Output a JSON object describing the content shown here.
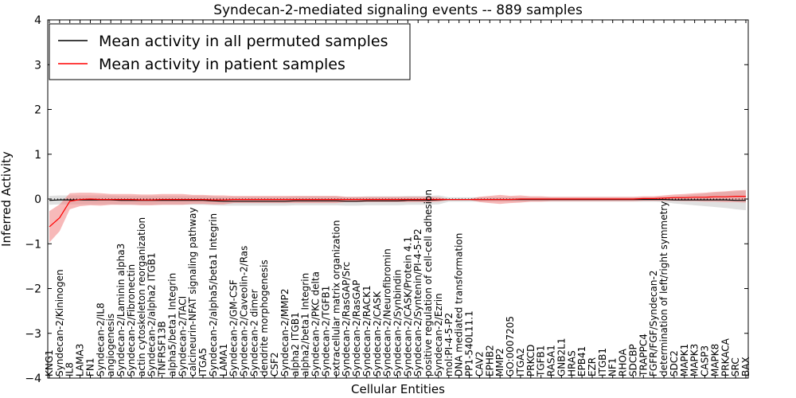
{
  "chart_data": {
    "type": "line",
    "title": "Syndecan-2-mediated signaling events -- 889 samples",
    "xlabel": "Cellular Entities",
    "ylabel": "Inferred Activity",
    "ylim": [
      -4,
      4
    ],
    "yticks": [
      -4,
      -3,
      -2,
      -1,
      0,
      1,
      2,
      3,
      4
    ],
    "grid": false,
    "legend_position": "top-left",
    "categories": [
      "KNG1",
      "Syndecan-2/Kininogen",
      "IL8",
      "LAMA3",
      "FN1",
      "Syndecan-2/IL8",
      "angiogenesis",
      "Syndecan-2/Laminin alpha3",
      "Syndecan-2/Fibronectin",
      "actin cytoskeleton reorganization",
      "Syndecan-2/alpha2 ITGB1",
      "TNFRSF13B",
      "alpha5/beta1 Integrin",
      "Syndecan-2/TACI",
      "calcineurin-NFAT signaling pathway",
      "ITGA5",
      "Syndecan-2/alpha5/beta1 Integrin",
      "LAMA1",
      "Syndecan-2/GM-CSF",
      "Syndecan-2/Caveolin-2/Ras",
      "Syndecan-2 dimer",
      "dendrite morphogenesis",
      "CSF2",
      "Syndecan-2/MMP2",
      "alpha2 ITGB1",
      "alpha2/beta1 Integrin",
      "Syndecan-2/PKC delta",
      "Syndecan-2/TGFB1",
      "extracellular matrix organization",
      "Syndecan-2/RasGAP/Src",
      "Syndecan-2/RasGAP",
      "Syndecan-2/RACK1",
      "Syndecan-2/CASK",
      "Syndecan-2/Neurofibromin",
      "Syndecan-2/Synbindin",
      "Syndecan-2/CASK/Protein 4.1",
      "Syndecan-2/Syntenin/PI-4-5-P2",
      "positive regulation of cell-cell adhesion",
      "Syndecan-2/Ezrin",
      "mol:PI-4-5-P2",
      "DNA mediated transformation",
      "PP1-540L11.1",
      "CAV2",
      "EPHB2",
      "MMP2",
      "GO:0007205",
      "ITGA2",
      "PRKCD",
      "TGFB1",
      "RASA1",
      "GNB2L1",
      "HRAS",
      "EPB41",
      "EZR",
      "ITGB1",
      "NF1",
      "RHOA",
      "SDCBP",
      "TRAPPC4",
      "FGFR/FGF/Syndecan-2",
      "determination of left/right symmetry",
      "SDC2",
      "MAPK1",
      "MAPK3",
      "CASP3",
      "MAPK8",
      "PRKACA",
      "SRC",
      "BAX"
    ],
    "series": [
      {
        "name": "Mean activity in all permuted samples",
        "color": "#000000",
        "band_color": "#cccccc",
        "values": [
          -0.03,
          -0.02,
          -0.02,
          -0.02,
          -0.02,
          -0.02,
          -0.02,
          -0.03,
          -0.03,
          -0.03,
          -0.03,
          -0.03,
          -0.03,
          -0.03,
          -0.03,
          -0.03,
          -0.04,
          -0.05,
          -0.05,
          -0.05,
          -0.05,
          -0.05,
          -0.05,
          -0.05,
          -0.04,
          -0.04,
          -0.04,
          -0.04,
          -0.04,
          -0.05,
          -0.05,
          -0.04,
          -0.04,
          -0.04,
          -0.04,
          -0.03,
          -0.03,
          -0.03,
          -0.02,
          -0.01,
          -0.01,
          -0.01,
          -0.01,
          -0.01,
          -0.01,
          -0.01,
          -0.01,
          -0.01,
          -0.01,
          -0.01,
          -0.01,
          -0.01,
          -0.01,
          -0.01,
          -0.01,
          -0.01,
          -0.01,
          -0.01,
          -0.01,
          -0.01,
          -0.01,
          -0.02,
          -0.02,
          -0.02,
          -0.02,
          -0.02,
          -0.02,
          -0.03,
          -0.03
        ],
        "band_halfwidth": [
          0.1,
          0.1,
          0.1,
          0.1,
          0.1,
          0.1,
          0.1,
          0.1,
          0.1,
          0.1,
          0.1,
          0.1,
          0.1,
          0.1,
          0.1,
          0.1,
          0.1,
          0.1,
          0.1,
          0.1,
          0.1,
          0.1,
          0.1,
          0.1,
          0.1,
          0.1,
          0.1,
          0.1,
          0.1,
          0.1,
          0.1,
          0.1,
          0.1,
          0.1,
          0.1,
          0.1,
          0.1,
          0.1,
          0.1,
          0.05,
          0.05,
          0.05,
          0.05,
          0.05,
          0.05,
          0.05,
          0.05,
          0.05,
          0.05,
          0.05,
          0.05,
          0.05,
          0.05,
          0.05,
          0.05,
          0.05,
          0.05,
          0.05,
          0.05,
          0.05,
          0.06,
          0.08,
          0.1,
          0.12,
          0.14,
          0.16,
          0.18,
          0.2,
          0.22
        ]
      },
      {
        "name": "Mean activity in patient samples",
        "color": "#ff0000",
        "band_color": "#f08080",
        "values": [
          -0.62,
          -0.42,
          -0.05,
          -0.01,
          0.0,
          -0.01,
          -0.01,
          -0.01,
          -0.01,
          -0.02,
          -0.02,
          -0.01,
          -0.01,
          -0.01,
          -0.01,
          -0.01,
          -0.02,
          -0.02,
          -0.01,
          -0.01,
          -0.01,
          -0.01,
          -0.01,
          -0.01,
          -0.01,
          -0.01,
          -0.01,
          -0.01,
          -0.01,
          -0.01,
          -0.01,
          -0.01,
          -0.01,
          -0.01,
          -0.01,
          -0.01,
          -0.01,
          -0.01,
          -0.01,
          -0.01,
          -0.01,
          -0.01,
          -0.01,
          -0.01,
          -0.01,
          -0.01,
          0.0,
          0.0,
          0.0,
          0.0,
          0.0,
          0.0,
          0.0,
          0.0,
          0.0,
          0.0,
          0.0,
          0.0,
          0.01,
          0.01,
          0.02,
          0.03,
          0.03,
          0.04,
          0.04,
          0.05,
          0.05,
          0.06,
          0.06
        ],
        "band_halfwidth": [
          0.35,
          0.3,
          0.18,
          0.15,
          0.14,
          0.14,
          0.12,
          0.12,
          0.12,
          0.12,
          0.12,
          0.12,
          0.12,
          0.12,
          0.1,
          0.1,
          0.1,
          0.1,
          0.08,
          0.08,
          0.08,
          0.08,
          0.08,
          0.08,
          0.08,
          0.08,
          0.08,
          0.08,
          0.08,
          0.06,
          0.06,
          0.06,
          0.06,
          0.06,
          0.06,
          0.06,
          0.06,
          0.06,
          0.05,
          0.01,
          0.01,
          0.01,
          0.06,
          0.08,
          0.1,
          0.08,
          0.08,
          0.06,
          0.06,
          0.05,
          0.05,
          0.05,
          0.05,
          0.05,
          0.05,
          0.05,
          0.05,
          0.05,
          0.05,
          0.05,
          0.06,
          0.07,
          0.08,
          0.09,
          0.1,
          0.11,
          0.12,
          0.13,
          0.14
        ]
      }
    ]
  }
}
